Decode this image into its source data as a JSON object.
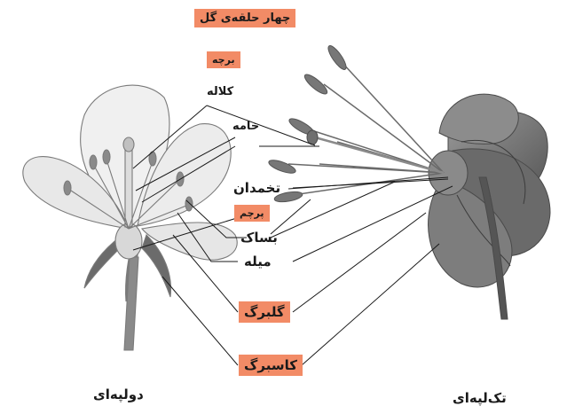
{
  "header": {
    "title": "چهار حلقه‌ی گل"
  },
  "labels": {
    "bract_heading": "برچه",
    "stigma": "کلاله",
    "style": "خامه",
    "ovary": "تخمدان",
    "stamen_heading": "پرچم",
    "anther": "بساک",
    "filament": "میله",
    "petal": "گلبرگ",
    "sepal": "کاسبرگ"
  },
  "captions": {
    "dicot": "دولپه‌ای",
    "monocot": "تک‌لپه‌ای"
  },
  "colors": {
    "label_box": "#f28b66",
    "leader_line": "#1a1a1a"
  }
}
